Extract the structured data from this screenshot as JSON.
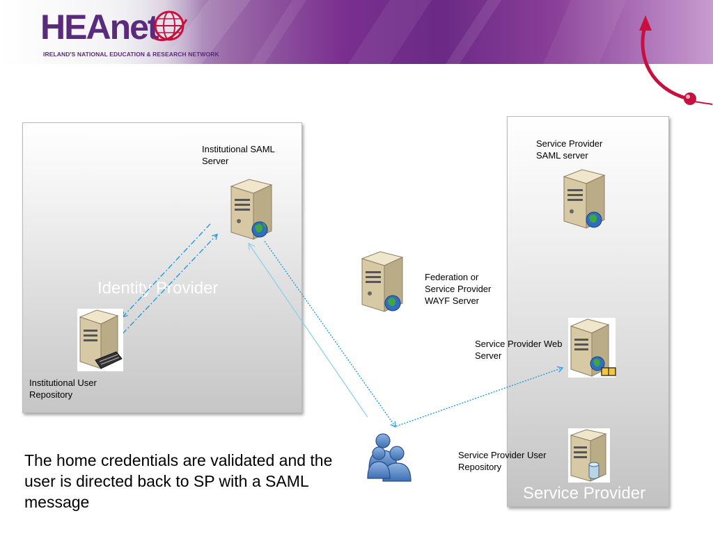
{
  "header": {
    "logo_text": "HEAnet",
    "logo_tagline": "IRELAND'S NATIONAL EDUCATION & RESEARCH NETWORK"
  },
  "panels": {
    "identity_provider": "Identity Provider",
    "service_provider": "Service Provider"
  },
  "nodes": {
    "institutional_saml_server": "Institutional SAML Server",
    "institutional_user_repository": "Institutional User Repository",
    "wayf_server": "Federation or Service Provider WAYF Server",
    "sp_saml_server": "Service Provider SAML server",
    "sp_web_server": "Service Provider Web Server",
    "sp_user_repository": "Service Provider User Repository"
  },
  "caption": "The home credentials are validated and the user is directed back to SP with a SAML message",
  "icons": {
    "server": "server-globe-icon",
    "repository_keyboard": "server-keyboard-icon",
    "web_server": "server-globe-folder-icon",
    "db_server": "server-database-icon",
    "users": "users-icon"
  },
  "colors": {
    "banner_purple": "#6b2a86",
    "logo_purple": "#5a2a7c",
    "flow_blue": "#1e9bdc",
    "flow_light": "#8fd0ea"
  }
}
